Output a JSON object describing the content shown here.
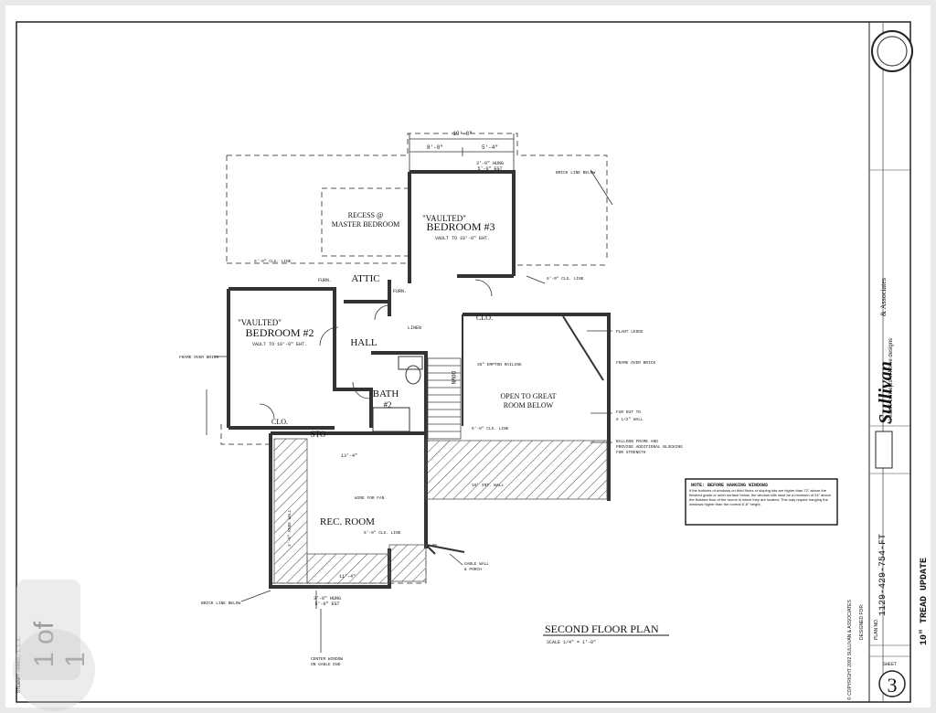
{
  "drawing": {
    "title": "SECOND FLOOR PLAN",
    "scale": "SCALE 1/4\" = 1'-0\"",
    "rooms": {
      "bedroom3_note": "\"VAULTED\"",
      "bedroom3": "BEDROOM #3",
      "bedroom3_vault": "VAULT TO 10'-0\" EHT.",
      "bedroom2_note": "\"VAULTED\"",
      "bedroom2": "BEDROOM #2",
      "bedroom2_vault": "VAULT TO 10'-0\" EHT.",
      "recess": "RECESS @",
      "recess2": "MASTER BEDROOM",
      "attic": "ATTIC",
      "hall": "HALL",
      "bath": "BATH",
      "bath_no": "#2",
      "clo1": "CLO.",
      "clo2": "CLO.",
      "sto": "STO",
      "rec_room": "REC. ROOM",
      "open": "OPEN TO GREAT",
      "open2": "ROOM BELOW",
      "furn1": "FURN.",
      "furn2": "FURN.",
      "linen": "LINEN",
      "down": "DOWN"
    },
    "dims": {
      "top_overall": "19'-8\"",
      "top_left": "8'-0\"",
      "top_right": "5'-4\"",
      "hung_top": "3'-0\" HUNG",
      "hung_top2": "5'-0\" EGT",
      "bottom_hung": "3'-0\" HUNG",
      "bottom_hung2": "5'-0\" EGT",
      "rec_w": "13'-4\"",
      "rec_h": "11'-4\""
    },
    "notes": {
      "brick_below_top": "BRICK LINE BELOW",
      "brick_below_bottom": "BRICK LINE BELOW",
      "plant_ledge": "PLANT LEDGE",
      "frame_over_brick": "FRAME OVER BRICK",
      "frame_over_brick_l": "FRAME OVER BRICK",
      "fur_out": "FUR OUT TO",
      "fur_out2": "8 1/2\" WALL",
      "balloon": "BALLOON FRAME AND",
      "balloon2": "PROVIDE ADDITIONAL BLOCKING",
      "balloon3": "FOR STRENGTH",
      "gable": "GABLE WALL",
      "gable2": "& PORCH",
      "center_window": "CENTER WINDOW",
      "center_window2": "ON GABLE END",
      "clg_line": "6'-0\" CLG. LINE",
      "clg_line2": "6'-0\" CLG. LINE",
      "clg_line3": "6'-0\" CLG. LINE",
      "clg_line4": "6'-0\" CLG. LINE",
      "railing": "36\" EMPTON RAILING",
      "knee_wall": "3'-0\" KNEE WALL",
      "int_wall": "10' INT. WALL",
      "fan": "WIRE FOR FAN"
    },
    "warning_box": {
      "heading": "NOTE: BEFORE HANGING WINDOWS",
      "text": "If the bottoms of windows on third floors or sloping lots are higher than 72\" above the finished grade or outer surface below, the window sills must be a minimum of 24\" above the finished floor of the rooms in which they are located. This may require hanging the windows higher than the normal 6'-8\" height."
    }
  },
  "title_block": {
    "company": "Sullivan",
    "company_suffix": "& Associates",
    "tagline": "creative concepts in home designs",
    "copyright": "© COPYRIGHT 2002 SULLIVAN & ASSOCIATES",
    "designed_for_label": "DESIGNED FOR:",
    "plan_no_label": "PLAN NO.",
    "plan_no": "1129-429-754-FT",
    "revision": "10\" TREAD UPDATE",
    "sheet_label": "SHEET",
    "sheet_no": "3",
    "client": "STEWART HOMES, L.L.C."
  },
  "viewer": {
    "page_indicator": "1 of 1"
  }
}
